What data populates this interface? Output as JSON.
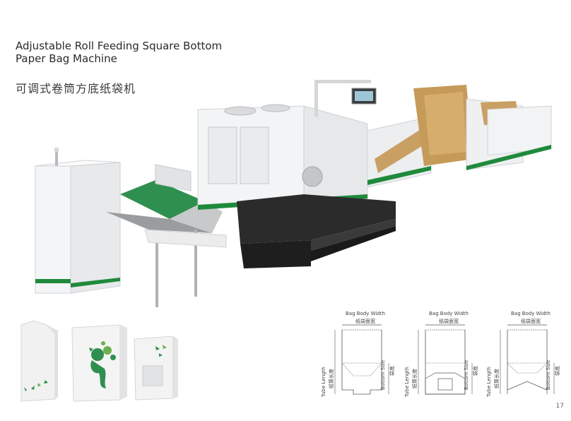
{
  "title": {
    "en_line1": "Adjustable Roll Feeding Square Bottom",
    "en_line2": "Paper Bag Machine",
    "zh": "可调式卷筒方底纸袋机"
  },
  "diagrams": [
    {
      "width_en": "Bag Body Width",
      "width_zh": "纸袋面宽",
      "tube_en": "Tube Length",
      "tube_zh": "纸筒长度",
      "bottom_en": "Bottom Size",
      "bottom_zh": "袋底"
    },
    {
      "width_en": "Bag Body Width",
      "width_zh": "纸袋面宽",
      "tube_en": "Tube Length",
      "tube_zh": "纸筒长度",
      "bottom_en": "Bottom Size",
      "bottom_zh": "袋底"
    },
    {
      "width_en": "Bag Body Width",
      "width_zh": "纸袋面宽",
      "tube_en": "Tube Length",
      "tube_zh": "纸筒长度",
      "bottom_en": "Bottom Size",
      "bottom_zh": "袋底"
    }
  ],
  "page_number": "17",
  "colors": {
    "accent_green": "#1f8a3b",
    "kraft": "#c9a063",
    "machine_white": "#f2f3f4",
    "dark_feeder": "#2b2b2b"
  }
}
